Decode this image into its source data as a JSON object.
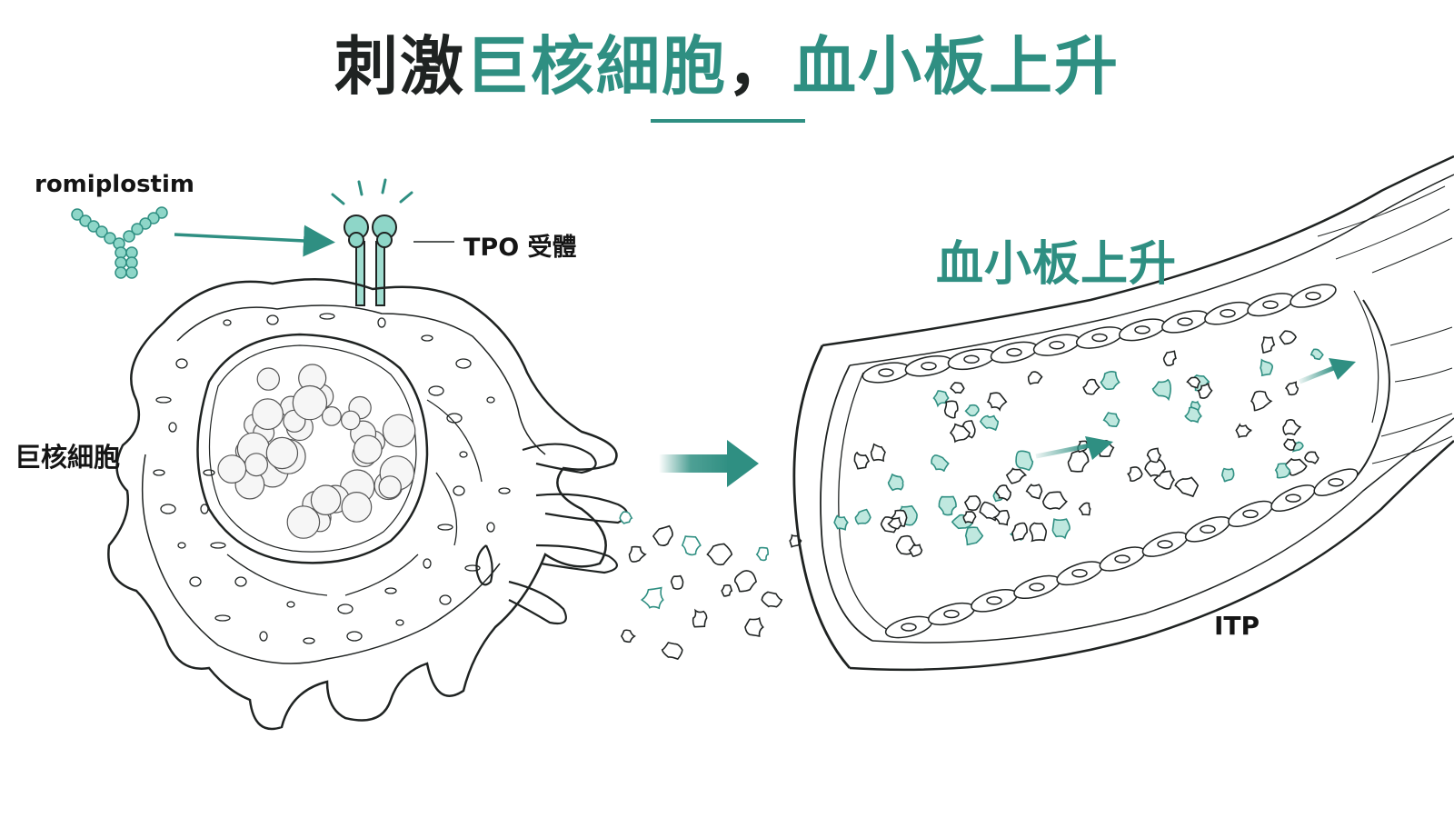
{
  "title": {
    "part1": "刺激",
    "part2": "巨核細胞",
    "part3": "，",
    "part4": "血小板上升"
  },
  "labels": {
    "drug": "romiplostim",
    "receptor": "TPO 受體",
    "megakaryocyte": "巨核細胞",
    "platelet_rise": "血小板上升",
    "itp": "ITP"
  },
  "colors": {
    "accent": "#2f8f82",
    "accent_light": "#7fd0c0",
    "ink": "#1f2322"
  }
}
